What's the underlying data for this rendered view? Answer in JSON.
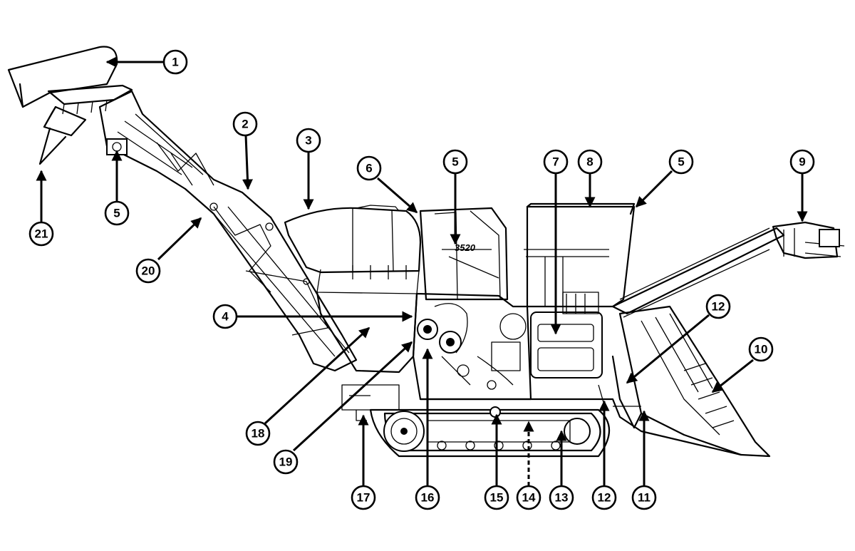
{
  "machine_model_badge": "3520",
  "callouts": [
    {
      "id": "c1",
      "label": "1"
    },
    {
      "id": "c2",
      "label": "2"
    },
    {
      "id": "c3",
      "label": "3"
    },
    {
      "id": "c4",
      "label": "4"
    },
    {
      "id": "c5a",
      "label": "5"
    },
    {
      "id": "c5b",
      "label": "5"
    },
    {
      "id": "c5c",
      "label": "5"
    },
    {
      "id": "c6",
      "label": "6"
    },
    {
      "id": "c7",
      "label": "7"
    },
    {
      "id": "c8",
      "label": "8"
    },
    {
      "id": "c9",
      "label": "9"
    },
    {
      "id": "c10",
      "label": "10"
    },
    {
      "id": "c11",
      "label": "11"
    },
    {
      "id": "c12a",
      "label": "12"
    },
    {
      "id": "c12b",
      "label": "12"
    },
    {
      "id": "c13",
      "label": "13"
    },
    {
      "id": "c14",
      "label": "14"
    },
    {
      "id": "c15",
      "label": "15"
    },
    {
      "id": "c16",
      "label": "16"
    },
    {
      "id": "c17",
      "label": "17"
    },
    {
      "id": "c18",
      "label": "18"
    },
    {
      "id": "c19",
      "label": "19"
    },
    {
      "id": "c20",
      "label": "20"
    },
    {
      "id": "c21",
      "label": "21"
    }
  ]
}
